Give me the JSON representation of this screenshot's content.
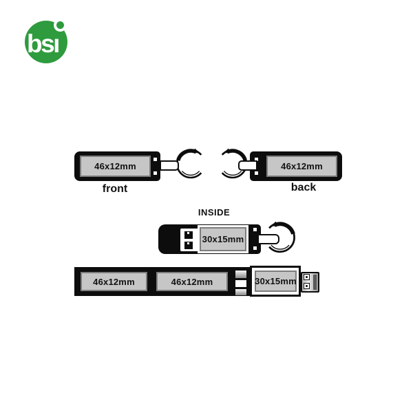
{
  "logo": {
    "text": "bsı",
    "green": "#2e9b3e",
    "text_color": "#ffffff"
  },
  "diagram": {
    "front_view": {
      "dimension_label": "46x12mm",
      "caption": "front"
    },
    "back_view": {
      "dimension_label": "46x12mm",
      "caption": "back"
    },
    "inside_view": {
      "title": "INSIDE",
      "dimension_label": "30x15mm"
    },
    "unfolded_view": {
      "labels": [
        "46x12mm",
        "46x12mm",
        "30x15mm"
      ]
    }
  },
  "colors": {
    "outline": "#0d0d0d",
    "label_fill": "#c6c6c6",
    "label_border": "#7d7d7d",
    "background": "#ffffff"
  }
}
